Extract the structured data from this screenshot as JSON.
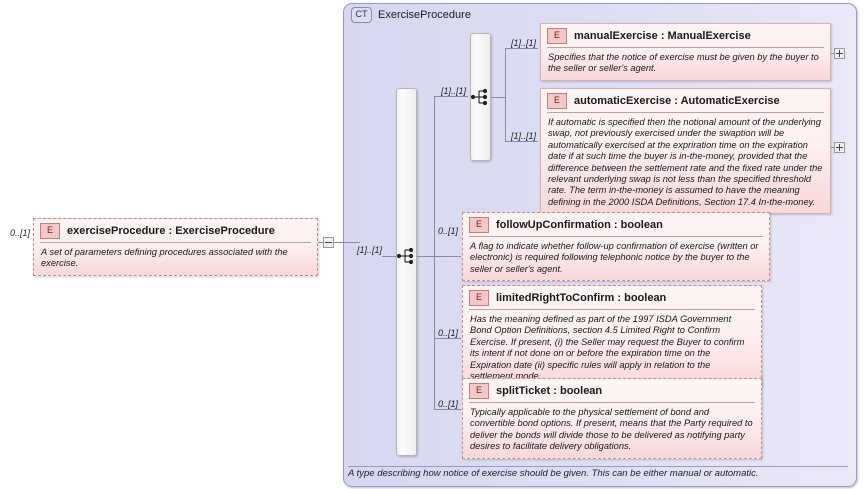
{
  "diagram": {
    "type": "xsd-schema-diagram",
    "complex_type": {
      "badge": "CT",
      "name": "ExerciseProcedure",
      "annotation": "A type describing how notice of exercise should be given. This can be either manual or automatic."
    },
    "root_element": {
      "badge": "E",
      "name": "exerciseProcedure : ExerciseProcedure",
      "documentation": "A set of parameters defining procedures associated with the exercise.",
      "cardinality": "0..[1]",
      "toggle": "collapse-minus"
    },
    "outer_group": {
      "icon": "sequence-icon",
      "cardinality": "[1]..[1]"
    },
    "inner_group": {
      "icon": "sequence-icon",
      "cardinality": "[1]..[1]"
    },
    "children": [
      {
        "badge": "E",
        "name": "manualExercise : ManualExercise",
        "documentation": "Specifies that the notice of exercise must be given by the buyer to the seller or seller's agent.",
        "cardinality": "[1]..[1]",
        "expander": "+"
      },
      {
        "badge": "E",
        "name": "automaticExercise : AutomaticExercise",
        "documentation": "If automatic is specified then the notional amount of the underlying swap, not previously exercised under the swaption will be automatically exercised at the expriration time on the expiration date if at such time the buyer is in-the-money, provided that the difference between the settlement rate and the fixed rate under the relevant underlying swap is not less than the specified threshold rate. The term in-the-money is assumed to have the meaning defining in the 2000 ISDA Definitions, Section 17.4 In-the-money.",
        "cardinality": "[1]..[1]",
        "expander": "+"
      },
      {
        "badge": "E",
        "name": "followUpConfirmation : boolean",
        "documentation": "A flag to indicate whether follow-up confirmation of exercise (written or electronic) is required following telephonic notice by the buyer to the seller or seller's agent.",
        "cardinality": "0..[1]",
        "expander": null
      },
      {
        "badge": "E",
        "name": "limitedRightToConfirm : boolean",
        "documentation": "Has the meaning defined as part of the 1997 ISDA Government Bond Option Definitions, section 4.5 Limited Right to Confirm Exercise. If present, (i) the Seller may request the Buyer to confirm its intent if not done on or before the expiration time on the Expiration date (ii) specific rules will apply in relation to the settlement mode.",
        "cardinality": "0..[1]",
        "expander": null
      },
      {
        "badge": "E",
        "name": "splitTicket : boolean",
        "documentation": "Typically applicable to the physical settlement of bond and convertible bond options. If present, means that the Party required to deliver the bonds will divide those to be delivered as notifying party desires to facilitate delivery obligations.",
        "cardinality": "0..[1]",
        "expander": null
      }
    ],
    "colors": {
      "element_fill": "#fdf0f0",
      "element_border": "#c98f8f",
      "complextype_fill": "#dcdcf2",
      "complextype_border": "#9a9ac8",
      "connector": "#8a8aa8"
    }
  }
}
